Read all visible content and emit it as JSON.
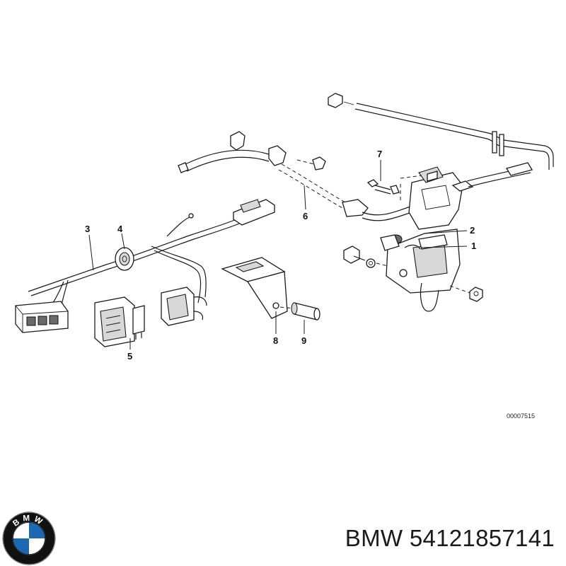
{
  "diagram": {
    "callouts": [
      "1",
      "2",
      "3",
      "4",
      "5",
      "6",
      "7",
      "8",
      "9"
    ],
    "reference_number": "00007515"
  },
  "footer": {
    "brand": "BMW",
    "part_number": "54121857141",
    "logo_text": "BMW"
  },
  "colors": {
    "line": "#1a1a1a",
    "logo_blue": "#1c69b3",
    "logo_ring": "#111111"
  }
}
